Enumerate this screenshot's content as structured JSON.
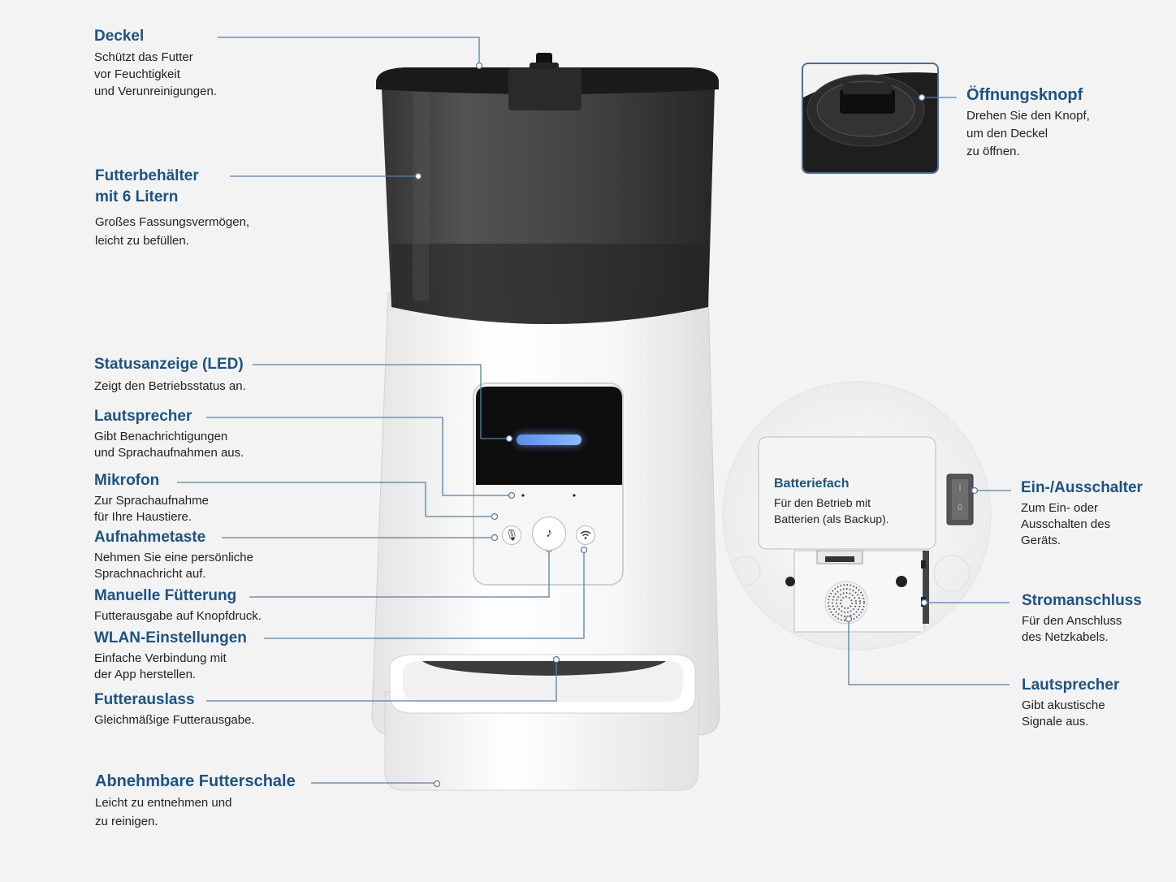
{
  "labels": {
    "deckel": {
      "title": "Deckel",
      "desc": "Schützt das Futter\nvor Feuchtigkeit\nund Verunreinigungen."
    },
    "behaelter": {
      "title": "Futterbehälter\nmit 6 Litern",
      "desc": "Großes Fassungsvermögen,\nleicht zu befüllen."
    },
    "status": {
      "title": "Statusanzeige (LED)",
      "desc": "Zeigt den Betriebsstatus an."
    },
    "lautsprecher": {
      "title": "Lautsprecher",
      "desc": "Gibt Benachrichtigungen\nund Sprachaufnahmen aus."
    },
    "mikrofon": {
      "title": "Mikrofon",
      "desc": "Zur Sprachaufnahme\nfür Ihre Haustiere."
    },
    "aufnahme": {
      "title": "Aufnahmetaste",
      "desc": "Nehmen Sie eine persönliche\nSprachnachricht auf."
    },
    "manuell": {
      "title": "Manuelle Fütterung",
      "desc": "Futterausgabe auf Knopfdruck."
    },
    "wlan": {
      "title": "WLAN-Einstellungen",
      "desc": "Einfache Verbindung mit\nder App herstellen."
    },
    "auslass": {
      "title": "Futterauslass",
      "desc": "Gleichmäßige Futterausgabe."
    },
    "schale": {
      "title": "Abnehmbare Futterschale",
      "desc": "Leicht zu entnehmen und\nzu reinigen."
    },
    "knopf": {
      "title": "Öffnungsknopf",
      "desc": "Drehen Sie den Knopf,\num den Deckel\nzu öffnen."
    },
    "schalter": {
      "title": "Ein-/Ausschalter",
      "desc": "Zum Ein- oder\nAusschalten des\nGeräts."
    },
    "strom": {
      "title": "Stromanschluss",
      "desc": "Für den Anschluss\ndes Netzkabels."
    },
    "lautsprecher2": {
      "title": "Lautsprecher",
      "desc": "Gibt akustische\nSignale aus."
    },
    "batterie": {
      "title": "Batteriefach",
      "desc": "Für den Betrieb mit\nBatterien (als Backup)."
    }
  },
  "switch": {
    "on": "I",
    "off": "0"
  },
  "icons": [
    "microphone-icon",
    "music-note-icon",
    "wifi-icon"
  ],
  "colors": {
    "accent": "#1d5384",
    "line": "#5a7fa6",
    "led": "#6f9ff0",
    "background": "#f3f3f3"
  }
}
